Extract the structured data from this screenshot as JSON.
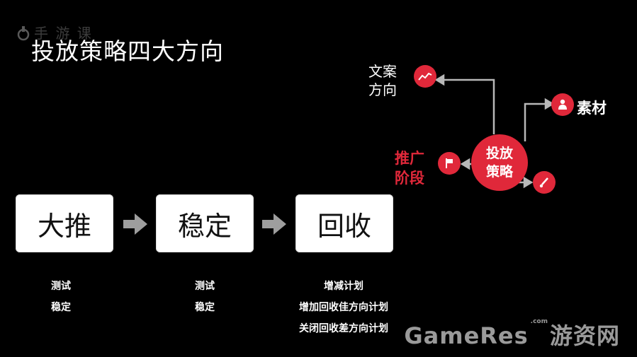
{
  "header": {
    "logo_text": "手 游 课",
    "title": "投放策略四大方向"
  },
  "stages": [
    {
      "label": "大推",
      "notes": [
        "测试",
        "稳定"
      ]
    },
    {
      "label": "稳定",
      "notes": [
        "测试",
        "稳定"
      ]
    },
    {
      "label": "回收",
      "notes": [
        "增减计划",
        "增加回收佳方向计划",
        "关闭回收差方向计划"
      ]
    }
  ],
  "strategy": {
    "hub_line1": "投放",
    "hub_line2": "策略",
    "copy_line1": "文案",
    "copy_line2": "方向",
    "material": "素材",
    "promo_line1": "推广",
    "promo_line2": "阶段"
  },
  "watermark": {
    "left": "GameRes",
    "com": ".com",
    "right": "游资网"
  },
  "colors": {
    "accent": "#e0283a",
    "box": "#ffffff",
    "arrow": "#9e9e9e",
    "background": "#000000"
  }
}
